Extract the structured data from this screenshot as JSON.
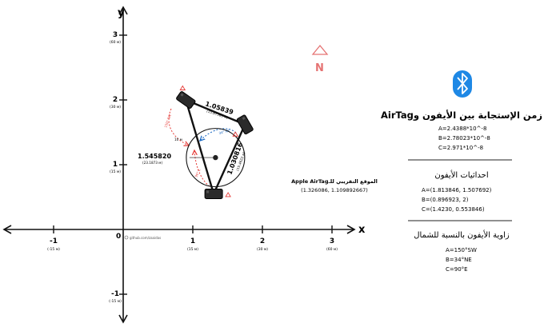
{
  "axes": {
    "x_label": "x",
    "y_label": "y",
    "origin_label": "0",
    "x_ticks": [
      {
        "value": -1,
        "label": "-1",
        "sub": "(-15 м)"
      },
      {
        "value": 1,
        "label": "1",
        "sub": "(15 м)"
      },
      {
        "value": 2,
        "label": "2",
        "sub": "(30 м)"
      },
      {
        "value": 3,
        "label": "3",
        "sub": "(60 м)"
      }
    ],
    "y_ticks": [
      {
        "value": 3,
        "label": "3",
        "sub": "(60 м)"
      },
      {
        "value": 2,
        "label": "2",
        "sub": "(30 м)"
      },
      {
        "value": 1,
        "label": "1",
        "sub": "(15 м)"
      },
      {
        "value": -1,
        "label": "-1",
        "sub": "(-15 м)"
      }
    ]
  },
  "north_label": "N",
  "watermark": "github.com/zaaidas",
  "phones": [
    {
      "id": "A",
      "x": 0.9,
      "y": 2.0
    },
    {
      "id": "B",
      "x": 1.75,
      "y": 1.62
    },
    {
      "id": "C",
      "x": 1.3,
      "y": 0.55
    }
  ],
  "triangle_labels": {
    "ab": {
      "value": "1.05839",
      "sub": "(15.87585 м)"
    },
    "bc": {
      "value": "1.030816",
      "sub": "(15.4622 м)"
    },
    "ac": {
      "value": "1.545820",
      "sub": "(23.1873 м)"
    }
  },
  "airtag": {
    "x": 1.326086,
    "y": 1.109892667
  },
  "circle_label": "10 м",
  "small_labels": {
    "a_arrow": "150° SW",
    "b_arrow": "34° NE",
    "c_arrow": "90° E"
  },
  "approx_position": {
    "title": "الموقع التقريبي للـApple AirTag",
    "coords": "(1.326086, 1.109892667)"
  },
  "info_panel": {
    "response_title": "زمن الإستجابة بين الأيفون وAirTag",
    "response": [
      "A=2.4388*10^-8",
      "B=2.78023*10^-8",
      "C=2.971*10^-8"
    ],
    "coords_title": "احداثيات الأيفون",
    "coords": [
      "A=(1.813846, 1.507692)",
      "B=(0.896923, 2)",
      "C=(1.4230, 0.553846)"
    ],
    "angle_title": "زاوية الأيفون بالنسبة للشمال",
    "angles": [
      "A=150°SW",
      "B=34°NE",
      "C=90°E"
    ]
  },
  "colors": {
    "axis": "#111111",
    "north": "#e57373",
    "bluetooth": "#1e88e5",
    "dashed_red": "#e53935",
    "dashed_blue": "#1565c0"
  }
}
